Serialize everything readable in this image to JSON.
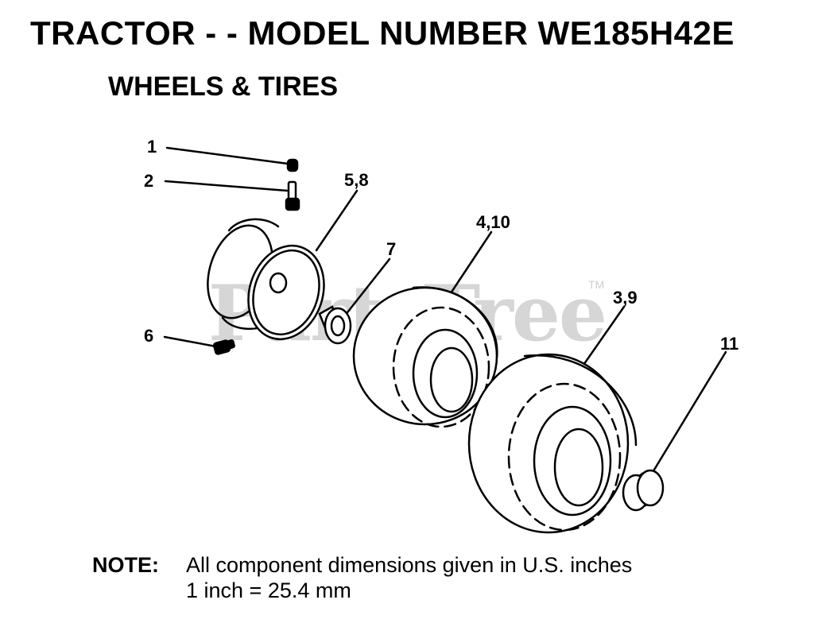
{
  "title": "TRACTOR - - MODEL NUMBER WE185H42E",
  "subtitle": "WHEELS & TIRES",
  "watermark": {
    "text": "PartsTree",
    "tm": "TM"
  },
  "callouts": [
    {
      "id": "c1",
      "label": "1"
    },
    {
      "id": "c2",
      "label": "2"
    },
    {
      "id": "c58",
      "label": "5,8"
    },
    {
      "id": "c410",
      "label": "4,10"
    },
    {
      "id": "c7",
      "label": "7"
    },
    {
      "id": "c39",
      "label": "3,9"
    },
    {
      "id": "c6",
      "label": "6"
    },
    {
      "id": "c11",
      "label": "11"
    }
  ],
  "note": {
    "label": "NOTE:",
    "line1": "All component dimensions given in U.S. inches",
    "line2": "1 inch = 25.4 mm"
  },
  "colors": {
    "ink": "#000000",
    "watermark": "#d6d6d6"
  }
}
